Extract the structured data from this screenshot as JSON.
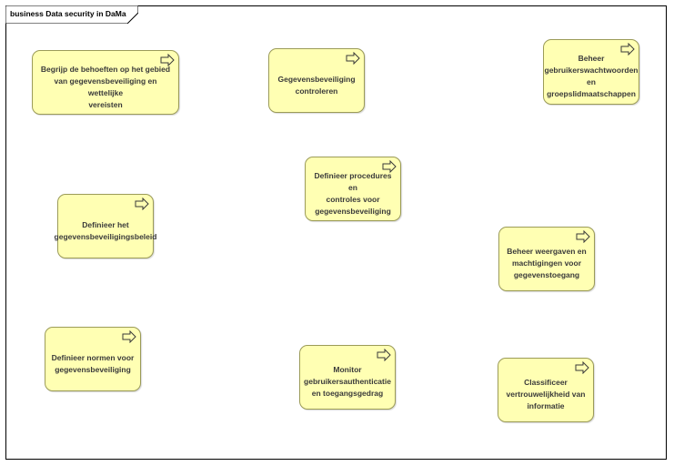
{
  "frame": {
    "title": "business Data security in DaMa"
  },
  "processes": [
    {
      "id": "begrijp",
      "label": "Begrijp de behoeften op het gebied\nvan gegevensbeveiliging en wettelijke\nvereisten",
      "icon": "process-arrow-icon"
    },
    {
      "id": "controleren",
      "label": "Gegevensbeveiliging\ncontroleren",
      "icon": "process-arrow-icon"
    },
    {
      "id": "wachtwoorden",
      "label": "Beheer\ngebruikerswachtwoorden\nen\ngroepslidmaatschappen",
      "icon": "process-arrow-icon"
    },
    {
      "id": "procedures",
      "label": "Definieer procedures en\ncontroles voor\ngegevensbeveiliging",
      "icon": "process-arrow-icon"
    },
    {
      "id": "beleid",
      "label": "Definieer het\ngegevensbeveiligingsbeleid",
      "icon": "process-arrow-icon"
    },
    {
      "id": "weergaven",
      "label": "Beheer weergaven en\nmachtigingen voor\ngegevenstoegang",
      "icon": "process-arrow-icon"
    },
    {
      "id": "normen",
      "label": "Definieer normen voor\ngegevensbeveiliging",
      "icon": "process-arrow-icon"
    },
    {
      "id": "monitor",
      "label": "Monitor\ngebruikersauthenticatie\nen toegangsgedrag",
      "icon": "process-arrow-icon"
    },
    {
      "id": "classificeer",
      "label": "Classificeer\nvertrouwelijkheid van\ninformatie",
      "icon": "process-arrow-icon"
    }
  ],
  "colors": {
    "process_fill": "#ffffb3",
    "process_border": "#9b9b58"
  }
}
